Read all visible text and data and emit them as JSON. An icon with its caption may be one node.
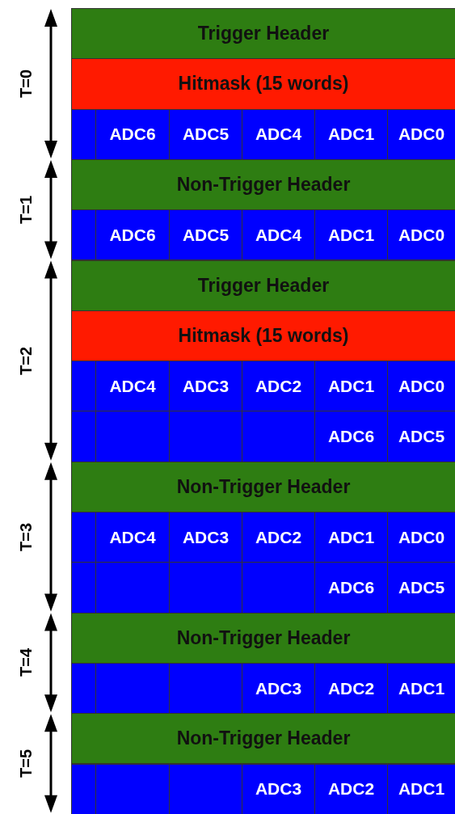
{
  "diagram": {
    "nodes": [
      {
        "text": [
          "Trigger Header"
        ]
      },
      {
        "text": [
          "Hitmask (15 words)"
        ]
      },
      {
        "text": [],
        "shape": "box"
      },
      {
        "text": [
          "ADC6"
        ]
      },
      {
        "text": [
          "ADC5"
        ]
      },
      {
        "text": [
          "ADC4"
        ]
      },
      {
        "text": [
          "ADC1"
        ]
      },
      {
        "text": [
          "ADC0"
        ]
      },
      {
        "text": [
          "Non-Trigger Header"
        ]
      },
      {
        "text": [],
        "shape": "box"
      },
      {
        "text": [
          "ADC6"
        ]
      },
      {
        "text": [
          "ADC5"
        ]
      },
      {
        "text": [
          "ADC4"
        ]
      },
      {
        "text": [
          "ADC1"
        ]
      },
      {
        "text": [
          "ADC0"
        ]
      },
      {
        "text": [
          "Trigger Header"
        ]
      },
      {
        "text": [
          "Hitmask (15 words)"
        ]
      },
      {
        "text": [],
        "shape": "box"
      },
      {
        "text": [
          "ADC4"
        ]
      },
      {
        "text": [
          "ADC3"
        ]
      },
      {
        "text": [
          "ADC2"
        ]
      },
      {
        "text": [
          "ADC1"
        ]
      },
      {
        "text": [
          "ADC0"
        ]
      },
      {
        "text": [],
        "shape": "box"
      },
      {
        "text": [],
        "shape": "box"
      },
      {
        "text": [],
        "shape": "box"
      },
      {
        "text": [],
        "shape": "box"
      },
      {
        "text": [
          "ADC6"
        ]
      },
      {
        "text": [
          "ADC5"
        ]
      },
      {
        "text": [
          "Non-Trigger Header"
        ]
      },
      {
        "text": [],
        "shape": "box"
      },
      {
        "text": [
          "ADC4"
        ]
      },
      {
        "text": [
          "ADC3"
        ]
      },
      {
        "text": [
          "ADC2"
        ]
      },
      {
        "text": [
          "ADC1"
        ]
      },
      {
        "text": [
          "ADC0"
        ]
      },
      {
        "text": [],
        "shape": "box"
      },
      {
        "text": [],
        "shape": "box"
      },
      {
        "text": [],
        "shape": "box"
      },
      {
        "text": [],
        "shape": "box"
      },
      {
        "text": [
          "ADC6"
        ]
      },
      {
        "text": [
          "ADC5"
        ]
      },
      {
        "text": [
          "Non-Trigger Header"
        ]
      },
      {
        "text": [],
        "shape": "box"
      },
      {
        "text": [],
        "shape": "box"
      },
      {
        "text": [],
        "shape": "box"
      },
      {
        "text": [
          "ADC3"
        ]
      },
      {
        "text": [
          "ADC2"
        ]
      },
      {
        "text": [
          "ADC1"
        ]
      },
      {
        "text": [
          "Non-Trigger Header"
        ]
      },
      {
        "text": [],
        "shape": "box"
      },
      {
        "text": [],
        "shape": "box"
      },
      {
        "text": [],
        "shape": "box"
      },
      {
        "text": [
          "ADC3"
        ]
      },
      {
        "text": [
          "ADC2"
        ]
      },
      {
        "text": [
          "ADC1"
        ]
      }
    ],
    "labels": [
      "T=0",
      "T=1",
      "T=2",
      "T=3",
      "T=4",
      "T=5"
    ]
  }
}
